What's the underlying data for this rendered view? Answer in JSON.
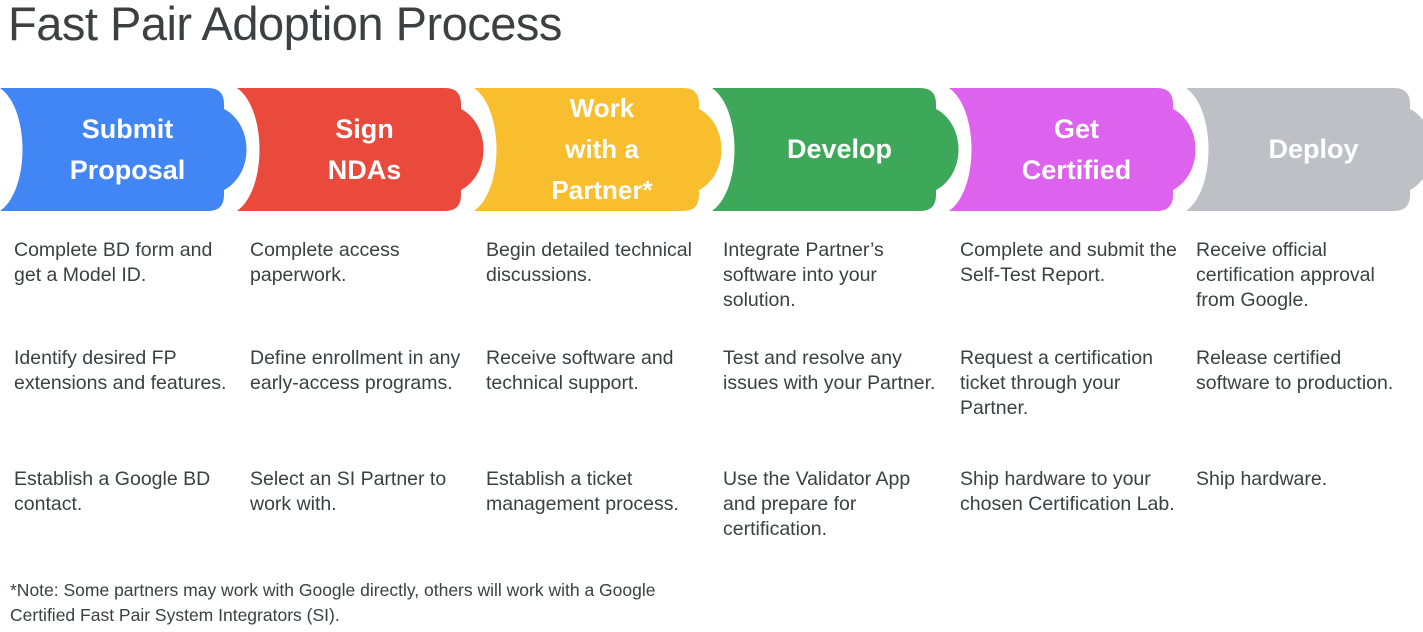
{
  "title": "Fast Pair Adoption Process",
  "stages": [
    {
      "label_lines": [
        "Submit",
        "Proposal"
      ],
      "color": "#4285f4",
      "name": "submit-proposal",
      "items": [
        "Complete BD form and get a Model ID.",
        "Identify desired FP extensions and features.",
        "Establish a Google BD contact."
      ]
    },
    {
      "label_lines": [
        "Sign",
        "NDAs"
      ],
      "color": "#e94a3c",
      "name": "sign-ndas",
      "items": [
        "Complete access paperwork.",
        "Define enrollment in any early-access programs.",
        "Select an SI Partner to work with."
      ]
    },
    {
      "label_lines": [
        "Work",
        "with a",
        "Partner*"
      ],
      "color": "#f8be2e",
      "name": "work-with-a-partner",
      "items": [
        "Begin detailed technical discussions.",
        "Receive software and technical support.",
        "Establish a ticket management process."
      ]
    },
    {
      "label_lines": [
        "Develop"
      ],
      "color": "#3da75a",
      "name": "develop",
      "items": [
        "Integrate Partner’s software into your solution.",
        "Test and resolve any issues with your Partner.",
        "Use the Validator App and prepare for certification."
      ]
    },
    {
      "label_lines": [
        "Get",
        "Certified"
      ],
      "color": "#dd62ee",
      "name": "get-certified",
      "items": [
        "Complete and submit the Self-Test Report.",
        "Request a certification ticket through your Partner.",
        "Ship hardware to your chosen Certification Lab."
      ]
    },
    {
      "label_lines": [
        "Deploy"
      ],
      "color": "#bdc1c6",
      "name": "deploy",
      "items": [
        "Receive official certification approval from Google.",
        "Release certified software to production.",
        "Ship hardware."
      ]
    }
  ],
  "footnote": "*Note: Some partners may work with Google directly, others will work with a Google Certified Fast Pair System Integrators (SI)."
}
